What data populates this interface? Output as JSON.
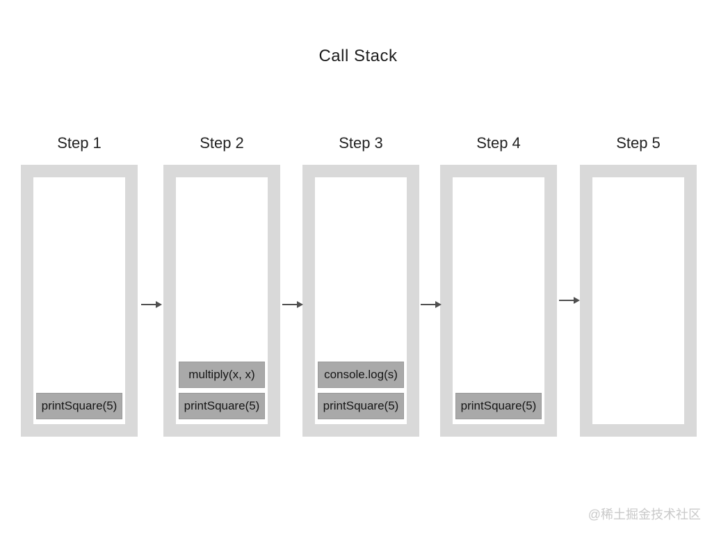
{
  "title": "Call Stack",
  "watermark": "@稀土掘金技术社区",
  "colors": {
    "background": "#ffffff",
    "stack_border": "#d9d9d9",
    "stack_interior": "#ffffff",
    "frame_fill": "#a9a9a9",
    "frame_border": "#9a9a9a",
    "text": "#1c1c1c",
    "arrow": "#4f4f4f",
    "watermark": "#c9c9c9"
  },
  "icons": {
    "arrow": "right-arrow-icon"
  },
  "steps": [
    {
      "label": "Step 1",
      "frames": [
        "printSquare(5)"
      ]
    },
    {
      "label": "Step 2",
      "frames": [
        "printSquare(5)",
        "multiply(x, x)"
      ]
    },
    {
      "label": "Step 3",
      "frames": [
        "printSquare(5)",
        "console.log(s)"
      ]
    },
    {
      "label": "Step 4",
      "frames": [
        "printSquare(5)"
      ]
    },
    {
      "label": "Step 5",
      "frames": []
    }
  ]
}
